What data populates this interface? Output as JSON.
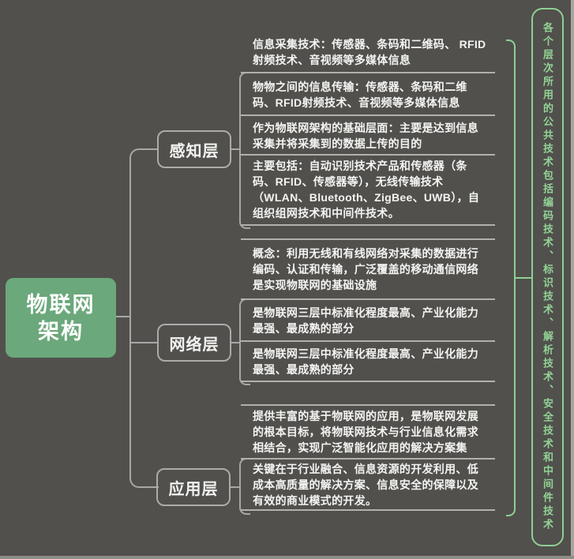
{
  "root": {
    "line1": "物联网",
    "line2": "架构"
  },
  "branches": [
    {
      "label": "感知层",
      "children": [
        "信息采集技术：传感器、条码和二维码、 RFID射频技术、音视频等多媒体信息",
        "物物之间的信息传输：传感器、条码和二维码、RFID射频技术、音视频等多媒体信息",
        "作为物联网架构的基础层面：主要是达到信息采集并将采集到的数据上传的目的",
        "主要包括：自动识别技术产品和传感器（条码、RFID、传感器等），无线传输技术（WLAN、Bluetooth、ZigBee、UWB），自组织组网技术和中间件技术。"
      ]
    },
    {
      "label": "网络层",
      "children": [
        "概念：利用无线和有线网络对采集的数据进行编码、认证和传输，广泛覆盖的移动通信网络是实现物联网的基础设施",
        "是物联网三层中标准化程度最高、产业化能力最强、最成熟的部分",
        "是物联网三层中标准化程度最高、产业化能力最强、最成熟的部分"
      ]
    },
    {
      "label": "应用层",
      "children": [
        "提供丰富的基于物联网的应用，是物联网发展的根本目标，将物联网技术与行业信息化需求相结合，实现广泛智能化应用的解决方案集",
        "关键在于行业融合、信息资源的开发利用、低成本高质量的解决方案、信息安全的保障以及有效的商业模式的开发。"
      ]
    }
  ],
  "summary": {
    "text": "各个层次所用的公共技术包括编码技术、标识技术、解析技术、安全技术和中间件技术"
  },
  "colors": {
    "background": "#51504d",
    "root_fill": "#6ba87b",
    "root_text": "#ffffff",
    "node_border": "#ababa9",
    "connector": "#a7a7a5",
    "detail_text": "#f4f4f2",
    "summary_green": "#8fcf92"
  }
}
